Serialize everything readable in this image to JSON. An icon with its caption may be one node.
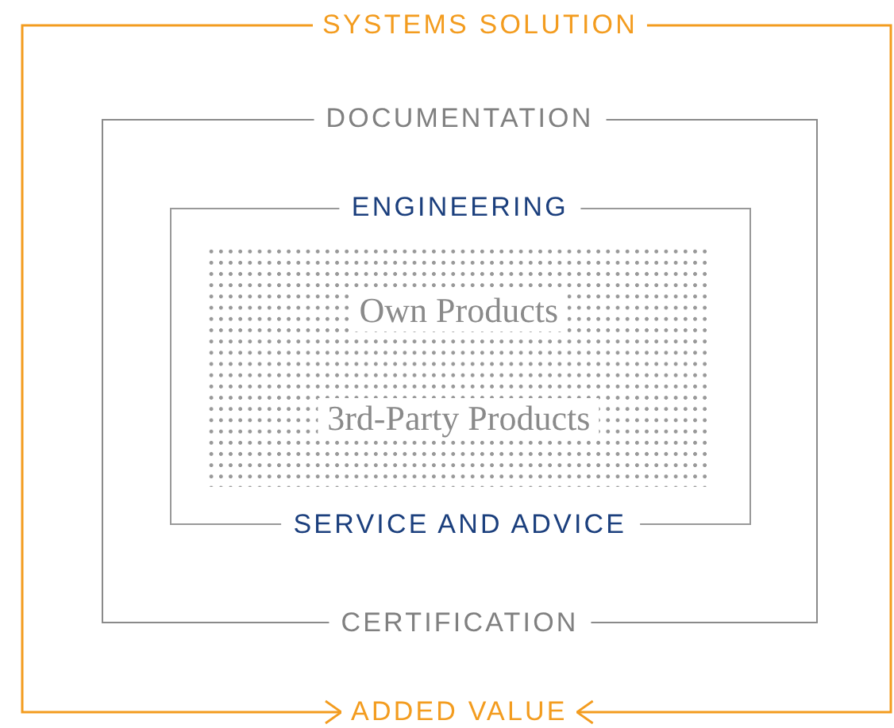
{
  "diagram": {
    "nodes": [
      {
        "text": [
          "SYSTEMS SOLUTION"
        ]
      },
      {
        "text": [
          "ADDED VALUE"
        ]
      },
      {
        "text": [
          "DOCUMENTATION",
          "CERTIFICATION"
        ]
      },
      {
        "text": [
          "ENGINEERING",
          "SERVICE AND ADVICE"
        ],
        "in": 2
      },
      {
        "text": [
          "Own Products",
          "3rd-Party Products"
        ],
        "in": 3
      }
    ],
    "edges": [
      {
        "from": 0,
        "to": 1,
        "arrow": "to"
      },
      {
        "from": 0,
        "to": 1,
        "arrow": "to"
      }
    ]
  }
}
